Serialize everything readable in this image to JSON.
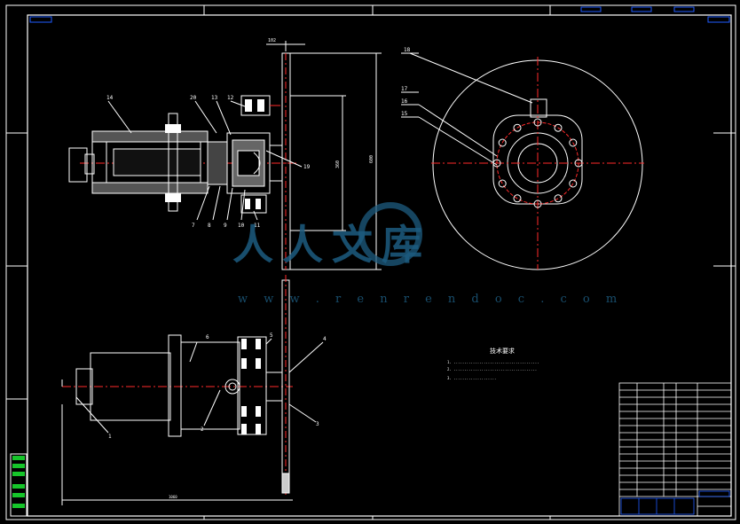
{
  "watermark": {
    "brand_cn": "人人文库",
    "brand_url": "w w w . r e n r e n d o c . c o m"
  },
  "notes": {
    "title": "技术要求"
  },
  "colors": {
    "background": "#000000",
    "lines": "#ffffff",
    "centerline": "#ff2a2a",
    "accent_green": "#16c52a",
    "title_block_blue": "#1f5cff",
    "watermark": "#1d5c80"
  },
  "balloons": {
    "top_view": [
      "14",
      "20",
      "13",
      "12",
      "7",
      "8",
      "9",
      "10",
      "11",
      "19"
    ],
    "side_view": [
      "18",
      "17",
      "16",
      "15"
    ],
    "front_view": [
      "6",
      "5",
      "4",
      "1",
      "2",
      "3"
    ]
  }
}
